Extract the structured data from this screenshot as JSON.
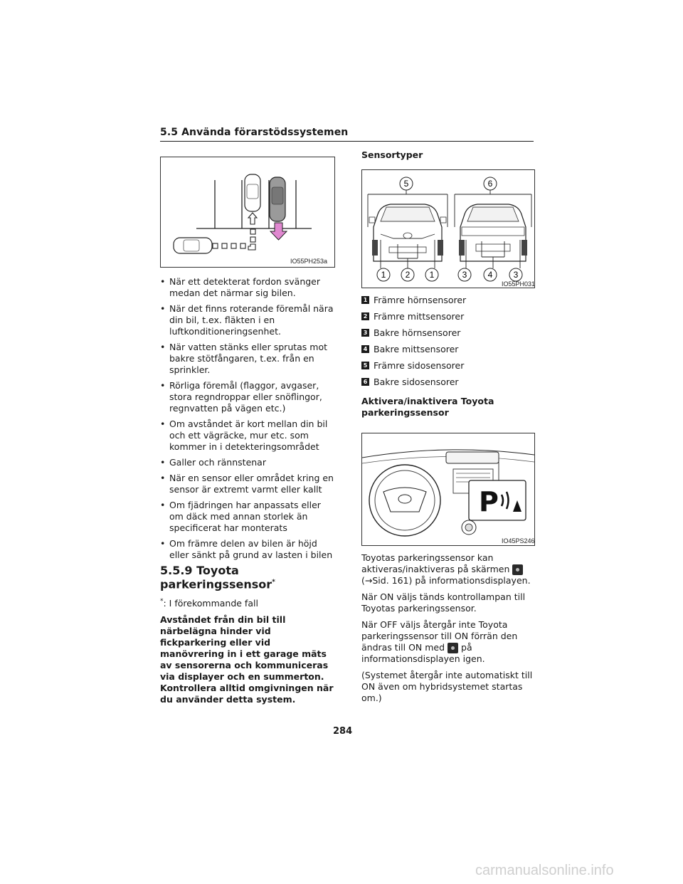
{
  "header": {
    "section_title": "5.5 Använda förarstödssystemen"
  },
  "figure1": {
    "code": "IO55PH253a"
  },
  "bullets": [
    "När ett detekterat fordon svänger medan det närmar sig bilen.",
    "När det finns roterande föremål nära din bil, t.ex. fläkten i en luftkonditioneringsenhet.",
    "När vatten stänks eller sprutas mot bakre stötfångaren, t.ex. från en sprinkler.",
    "Rörliga föremål (flaggor, avgaser, stora regndroppar eller snöflingor, regnvatten på vägen etc.)",
    "Om avståndet är kort mellan din bil och ett vägräcke, mur etc. som kommer in i detekteringsområdet",
    "Galler och rännstenar",
    "När en sensor eller området kring en sensor är extremt varmt eller kallt",
    "Om fjädringen har anpassats eller om däck med annan storlek än specificerat har monterats",
    "Om främre delen av bilen är höjd eller sänkt på grund av lasten i bilen"
  ],
  "section": {
    "number_title": "5.5.9 Toyota parkeringssensor",
    "asterisk": "*"
  },
  "footnote": {
    "mark": "*",
    "text": ": I förekommande fall"
  },
  "intro_bold": "Avståndet från din bil till närbelägna hinder vid fickparkering eller vid manövrering in i ett garage mäts av sensorerna och kommuniceras via displayer och en summerton. Kontrollera alltid omgivningen när du använder detta system.",
  "sensor_types": {
    "heading": "Sensortyper",
    "figure_code": "IO55PH031",
    "callouts": [
      "1",
      "2",
      "1",
      "3",
      "4",
      "3",
      "5",
      "6"
    ],
    "legend": [
      {
        "num": "1",
        "label": "Främre hörnsensorer"
      },
      {
        "num": "2",
        "label": "Främre mittsensorer"
      },
      {
        "num": "3",
        "label": "Bakre hörnsensorer"
      },
      {
        "num": "4",
        "label": "Bakre mittsensorer"
      },
      {
        "num": "5",
        "label": "Främre sidosensorer"
      },
      {
        "num": "6",
        "label": "Bakre sidosensorer"
      }
    ]
  },
  "activate": {
    "heading": "Aktivera/inaktivera Toyota parkeringssensor",
    "figure_code": "IO45PS246",
    "p1_a": "Toyotas parkeringssensor kan aktiveras/inaktiveras på skärmen",
    "p1_b": "(→Sid. 161) på informationsdisplayen.",
    "p2": "När ON väljs tänds kontrollampan till Toyotas parkeringssensor.",
    "p3_a": "När OFF väljs återgår inte Toyota parkeringssensor till ON förrän den ändras till ON med",
    "p3_b": "på",
    "p3_c": "informationsdisplayen igen.",
    "p4": "(Systemet återgår inte automatiskt till ON även om hybridsystemet startas om.)"
  },
  "page_number": "284",
  "watermark": "carmanualsonline.info"
}
